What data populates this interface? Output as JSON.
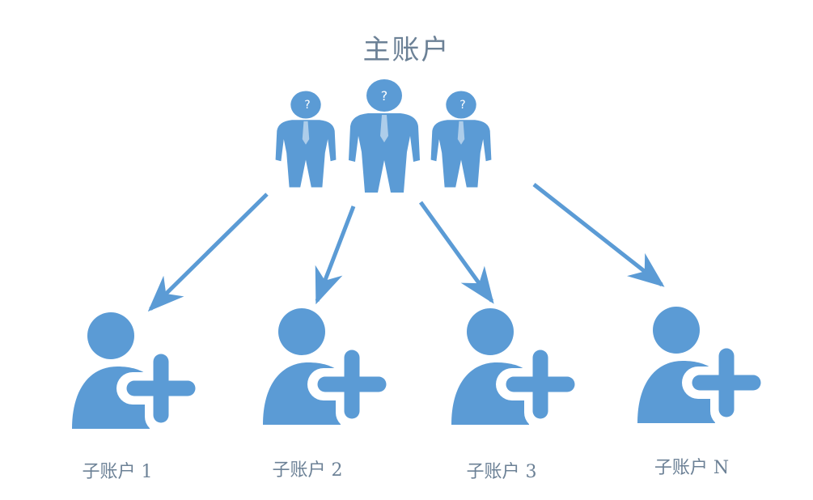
{
  "title": "主账户",
  "colors": {
    "icon": "#5b9bd5",
    "text": "#6c8196"
  },
  "main_account_icon": "group-of-business-people-icon",
  "sub_accounts": [
    {
      "label": "子账户 1",
      "icon": "add-user-icon"
    },
    {
      "label": "子账户 2",
      "icon": "add-user-icon"
    },
    {
      "label": "子账户 3",
      "icon": "add-user-icon"
    },
    {
      "label": "子账户 N",
      "icon": "add-user-icon"
    }
  ],
  "head_mark": "?"
}
